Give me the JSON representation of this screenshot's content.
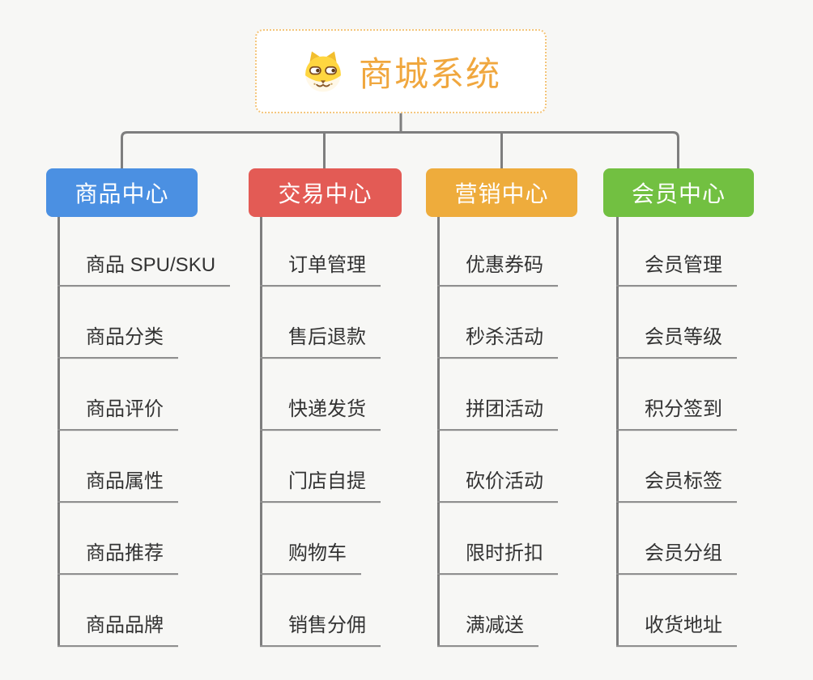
{
  "root": {
    "title": "商城系统",
    "icon": "dog-face-icon",
    "title_color": "#F0A73E",
    "border_color": "#F4C57A",
    "background": "#FFFFFF"
  },
  "colors": {
    "canvas_background": "#F7F7F5",
    "connector": "#7E7E7E",
    "leaf_underline": "#8F8F8F",
    "leaf_text": "#333333"
  },
  "branches": [
    {
      "label": "商品中心",
      "color": "#4B90E2",
      "items": [
        "商品 SPU/SKU",
        "商品分类",
        "商品评价",
        "商品属性",
        "商品推荐",
        "商品品牌"
      ]
    },
    {
      "label": "交易中心",
      "color": "#E35B55",
      "items": [
        "订单管理",
        "售后退款",
        "快递发货",
        "门店自提",
        "购物车",
        "销售分佣"
      ]
    },
    {
      "label": "营销中心",
      "color": "#EEAC3C",
      "items": [
        "优惠券码",
        "秒杀活动",
        "拼团活动",
        "砍价活动",
        "限时折扣",
        "满减送"
      ]
    },
    {
      "label": "会员中心",
      "color": "#72C041",
      "items": [
        "会员管理",
        "会员等级",
        "积分签到",
        "会员标签",
        "会员分组",
        "收货地址"
      ]
    }
  ]
}
